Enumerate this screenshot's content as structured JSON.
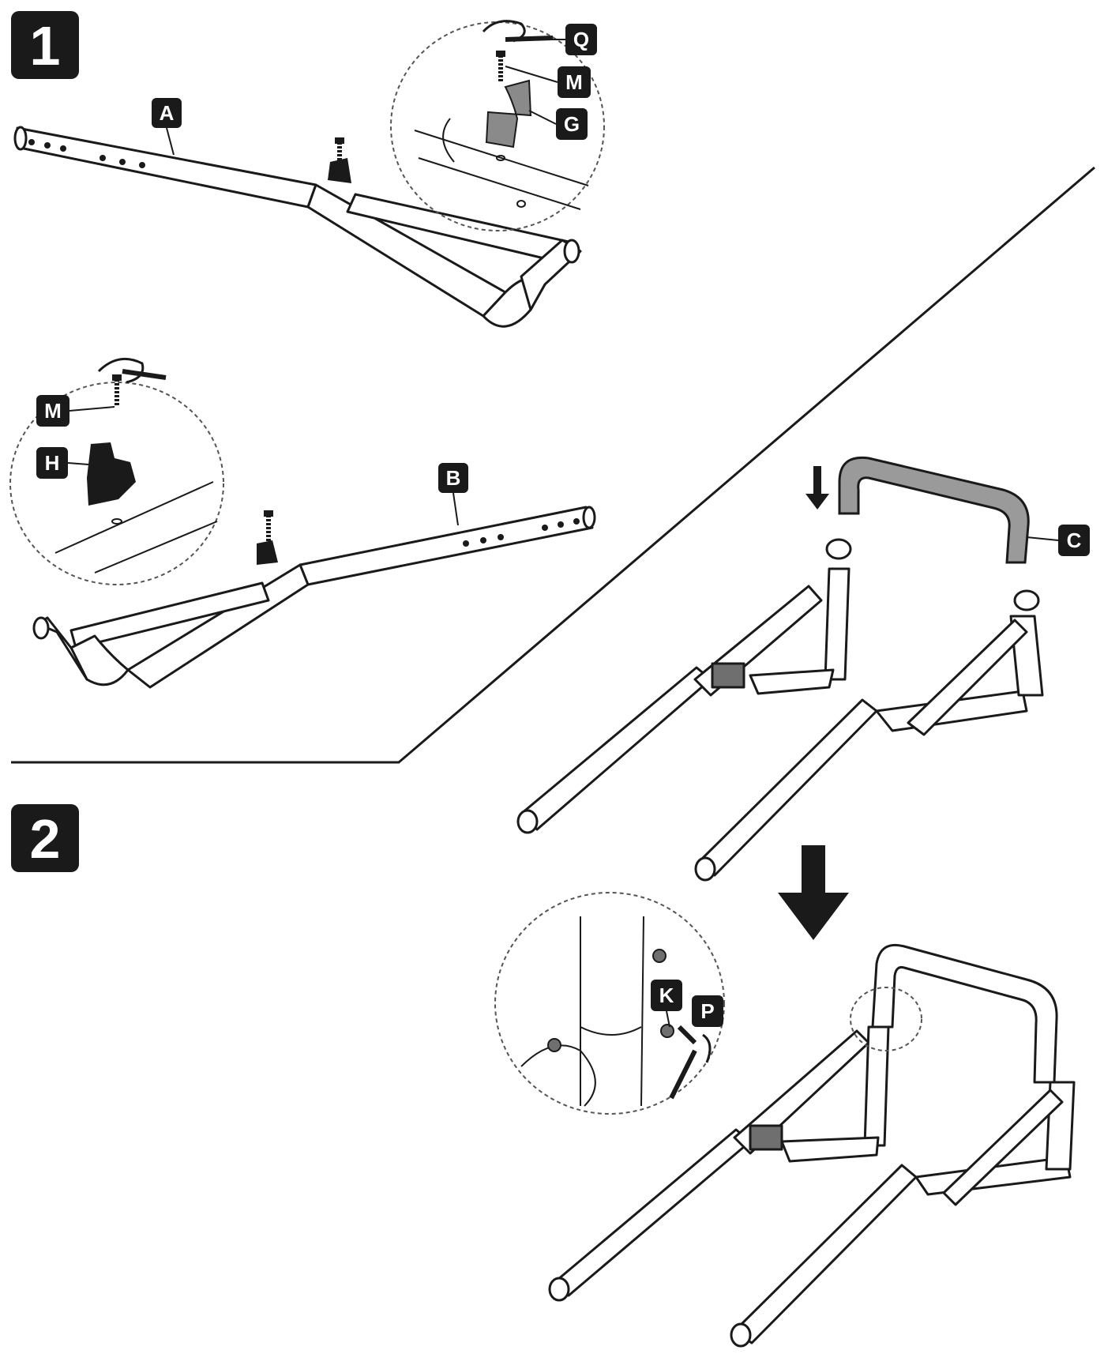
{
  "steps": {
    "one": "1",
    "two": "2"
  },
  "labels": {
    "a": "A",
    "b": "B",
    "c": "C",
    "g": "G",
    "h": "H",
    "m_top": "M",
    "m_left": "M",
    "q": "Q",
    "k": "K",
    "p": "P"
  },
  "colors": {
    "ink": "#1a1a1a",
    "tube_fill": "#ffffff",
    "highlight_tube": "#9a9a9a",
    "bracket": "#6f6f6f"
  }
}
